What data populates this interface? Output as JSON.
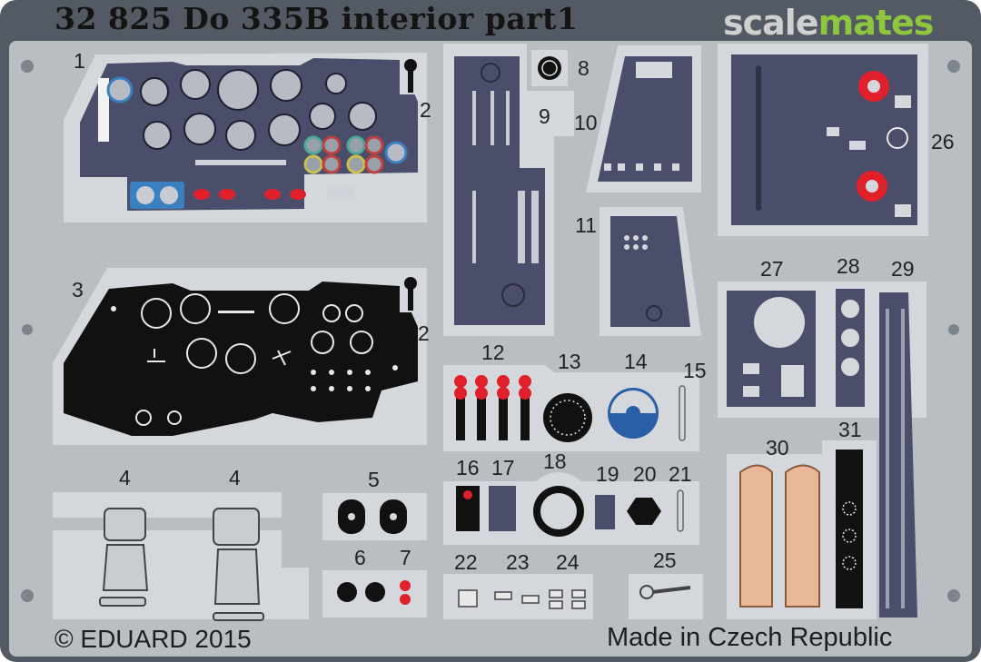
{
  "sheet": {
    "title": "32 825  Do 335B interior  part1",
    "copyright": "© EDUARD 2015",
    "origin": "Made in Czech Republic"
  },
  "watermark": {
    "part_a": "scale",
    "part_b": "mates"
  },
  "colors": {
    "fret": "#b9bec3",
    "border": "#545a63",
    "panel_purple": "#4b4e6b",
    "panel_black": "#111111",
    "knob_red": "#e0202a",
    "dial_blue": "#2a5fa8",
    "belt_tan": "#e8b898",
    "brand_gray": "#d0d0d0",
    "brand_green": "#8dc63f"
  },
  "part_numbers": [
    "1",
    "2",
    "3",
    "2",
    "4",
    "4",
    "5",
    "6",
    "7",
    "8",
    "9",
    "10",
    "11",
    "12",
    "13",
    "14",
    "15",
    "16",
    "17",
    "18",
    "19",
    "20",
    "21",
    "22",
    "23",
    "24",
    "25",
    "26",
    "27",
    "28",
    "29",
    "30",
    "31"
  ]
}
